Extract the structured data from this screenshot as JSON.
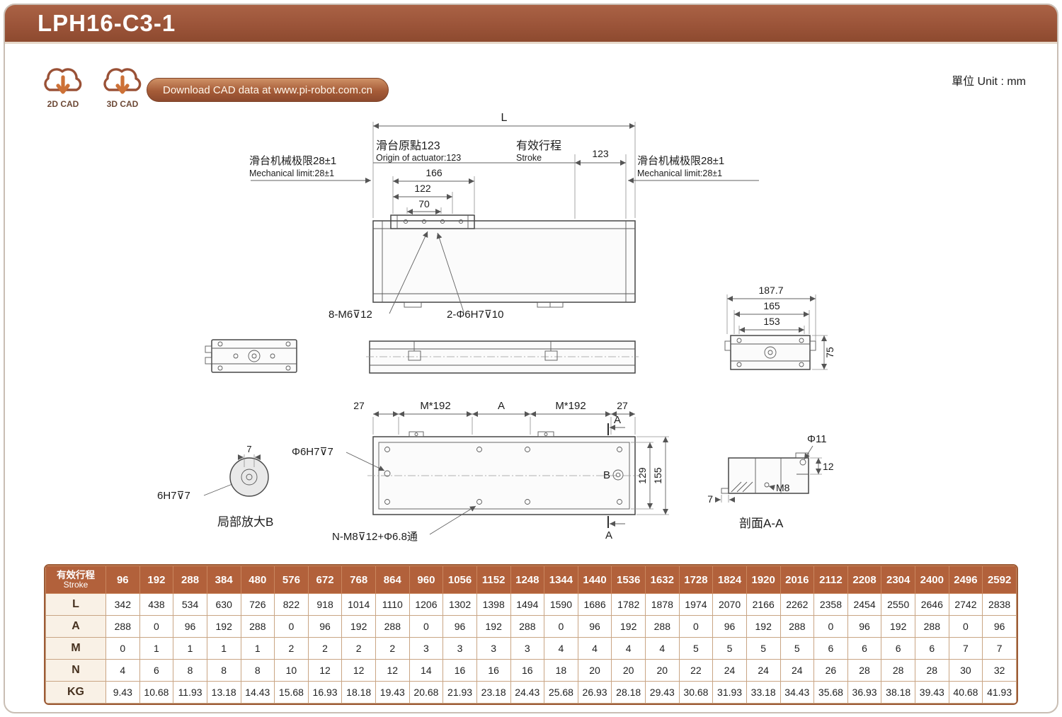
{
  "page": {
    "title": "LPH16-C3-1",
    "unit_label": "單位 Unit : mm"
  },
  "cad": {
    "badge_2d": "2D CAD",
    "badge_3d": "3D CAD",
    "download_label": "Download CAD data at www.pi-robot.com.cn"
  },
  "drawing": {
    "dim_overall_length": "L",
    "origin_cn": "滑台原點123",
    "origin_en": "Origin of actuator:123",
    "stroke_cn": "有效行程",
    "stroke_en": "Stroke",
    "dim_origin_right": "123",
    "mech_limit_cn": "滑台机械极限28±1",
    "mech_limit_en": "Mechanical limit:28±1",
    "dim_166": "166",
    "dim_122": "122",
    "dim_70": "70",
    "label_slider_taps": "8-M6⊽12",
    "label_dowel_holes": "2-Φ6H7⊽10",
    "dim_187_7": "187.7",
    "dim_165": "165",
    "dim_153": "153",
    "dim_75": "75",
    "dim_27": "27",
    "label_hole_pitch": "M*192",
    "dim_A": "A",
    "label_body_dowel": "Φ6H7⊽7",
    "dim_129": "129",
    "dim_155": "155",
    "label_detail_b_marker": "B",
    "label_mount_holes": "N-M8⊽12+Φ6.8通",
    "section_marker": "A",
    "detail_b": {
      "dim_7": "7",
      "label_fit": "6H7⊽7",
      "title": "局部放大B"
    },
    "section_aa": {
      "dim_phi11": "Φ11",
      "dim_12": "12",
      "label_m8": "M8",
      "dim_7": "7",
      "title": "剖面A-A"
    }
  },
  "table": {
    "header_cn": "有效行程",
    "header_en": "Stroke",
    "strokes": [
      96,
      192,
      288,
      384,
      480,
      576,
      672,
      768,
      864,
      960,
      1056,
      1152,
      1248,
      1344,
      1440,
      1536,
      1632,
      1728,
      1824,
      1920,
      2016,
      2112,
      2208,
      2304,
      2400,
      2496,
      2592
    ],
    "rows": [
      {
        "label": "L",
        "values": [
          342,
          438,
          534,
          630,
          726,
          822,
          918,
          1014,
          1110,
          1206,
          1302,
          1398,
          1494,
          1590,
          1686,
          1782,
          1878,
          1974,
          2070,
          2166,
          2262,
          2358,
          2454,
          2550,
          2646,
          2742,
          2838
        ]
      },
      {
        "label": "A",
        "values": [
          288,
          0,
          96,
          192,
          288,
          0,
          96,
          192,
          288,
          0,
          96,
          192,
          288,
          0,
          96,
          192,
          288,
          0,
          96,
          192,
          288,
          0,
          96,
          192,
          288,
          0,
          96
        ]
      },
      {
        "label": "M",
        "values": [
          0,
          1,
          1,
          1,
          1,
          2,
          2,
          2,
          2,
          3,
          3,
          3,
          3,
          4,
          4,
          4,
          4,
          5,
          5,
          5,
          5,
          6,
          6,
          6,
          6,
          7,
          7
        ]
      },
      {
        "label": "N",
        "values": [
          4,
          6,
          8,
          8,
          8,
          10,
          12,
          12,
          12,
          14,
          16,
          16,
          16,
          18,
          20,
          20,
          20,
          22,
          24,
          24,
          24,
          26,
          28,
          28,
          28,
          30,
          32
        ]
      },
      {
        "label": "KG",
        "values": [
          "9.43",
          "10.68",
          "11.93",
          "13.18",
          "14.43",
          "15.68",
          "16.93",
          "18.18",
          "19.43",
          "20.68",
          "21.93",
          "23.18",
          "24.43",
          "25.68",
          "26.93",
          "28.18",
          "29.43",
          "30.68",
          "31.93",
          "33.18",
          "34.43",
          "35.68",
          "36.93",
          "38.18",
          "39.43",
          "40.68",
          "41.93"
        ]
      }
    ]
  }
}
